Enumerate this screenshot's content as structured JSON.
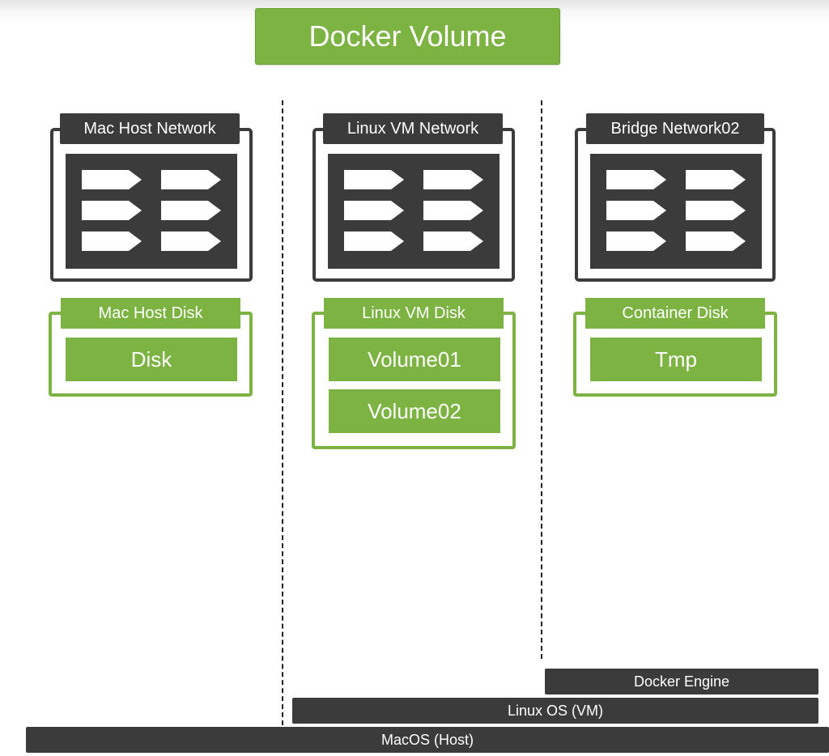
{
  "title": "Docker Volume",
  "columns": [
    {
      "network": "Mac Host Network",
      "disk": "Mac Host Disk",
      "volumes": [
        "Disk"
      ]
    },
    {
      "network": "Linux VM Network",
      "disk": "Linux VM Disk",
      "volumes": [
        "Volume01",
        "Volume02"
      ]
    },
    {
      "network": "Bridge Network02",
      "disk": "Container Disk",
      "volumes": [
        "Tmp"
      ]
    }
  ],
  "layers": {
    "engine": "Docker Engine",
    "linux_os": "Linux OS (VM)",
    "macos": "MacOS (Host)"
  },
  "colors": {
    "green": "#7cb342",
    "dark": "#3b3b3b"
  },
  "icons": [
    "server-rack-icon"
  ]
}
